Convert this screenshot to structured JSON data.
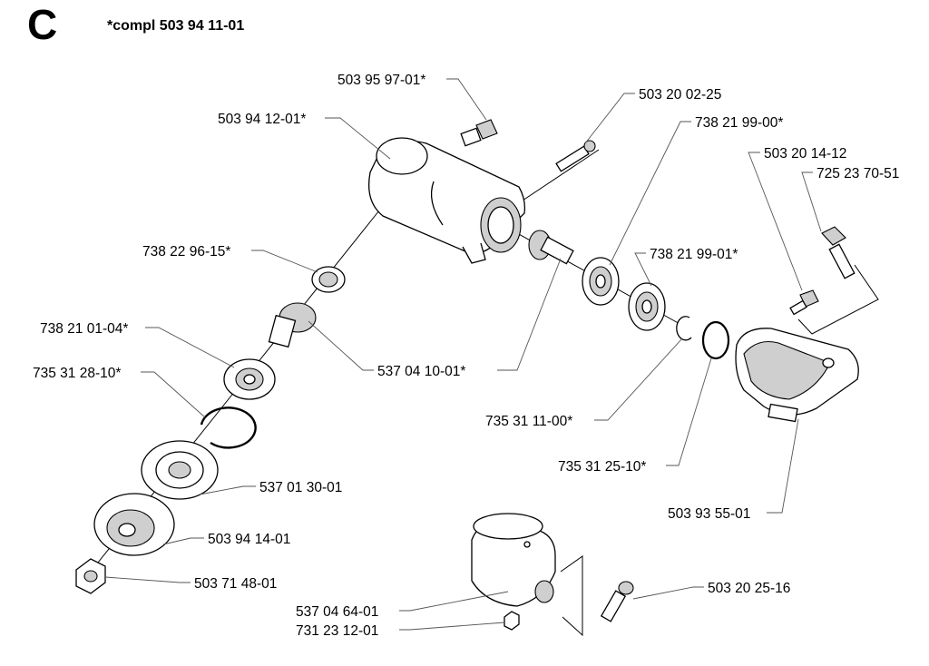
{
  "header": {
    "section_letter": "C",
    "assembly_note": "*compl 503 94 11-01"
  },
  "parts": {
    "p1": "503 95 97-01*",
    "p2": "503 94 12-01*",
    "p3": "503 20 02-25",
    "p4": "738 21 99-00*",
    "p5": "503 20 14-12",
    "p6": "725 23 70-51",
    "p7": "738 22 96-15*",
    "p8": "738 21 99-01*",
    "p9": "738 21 01-04*",
    "p10": "537 04 10-01*",
    "p11": "735 31 28-10*",
    "p12": "735 31 11-00*",
    "p13": "735 31 25-10*",
    "p14": "537 01 30-01",
    "p15": "503 93 55-01",
    "p16": "503 94 14-01",
    "p17": "503 71 48-01",
    "p18": "503 20 25-16",
    "p19": "537 04 64-01",
    "p20": "731 23 12-01"
  }
}
